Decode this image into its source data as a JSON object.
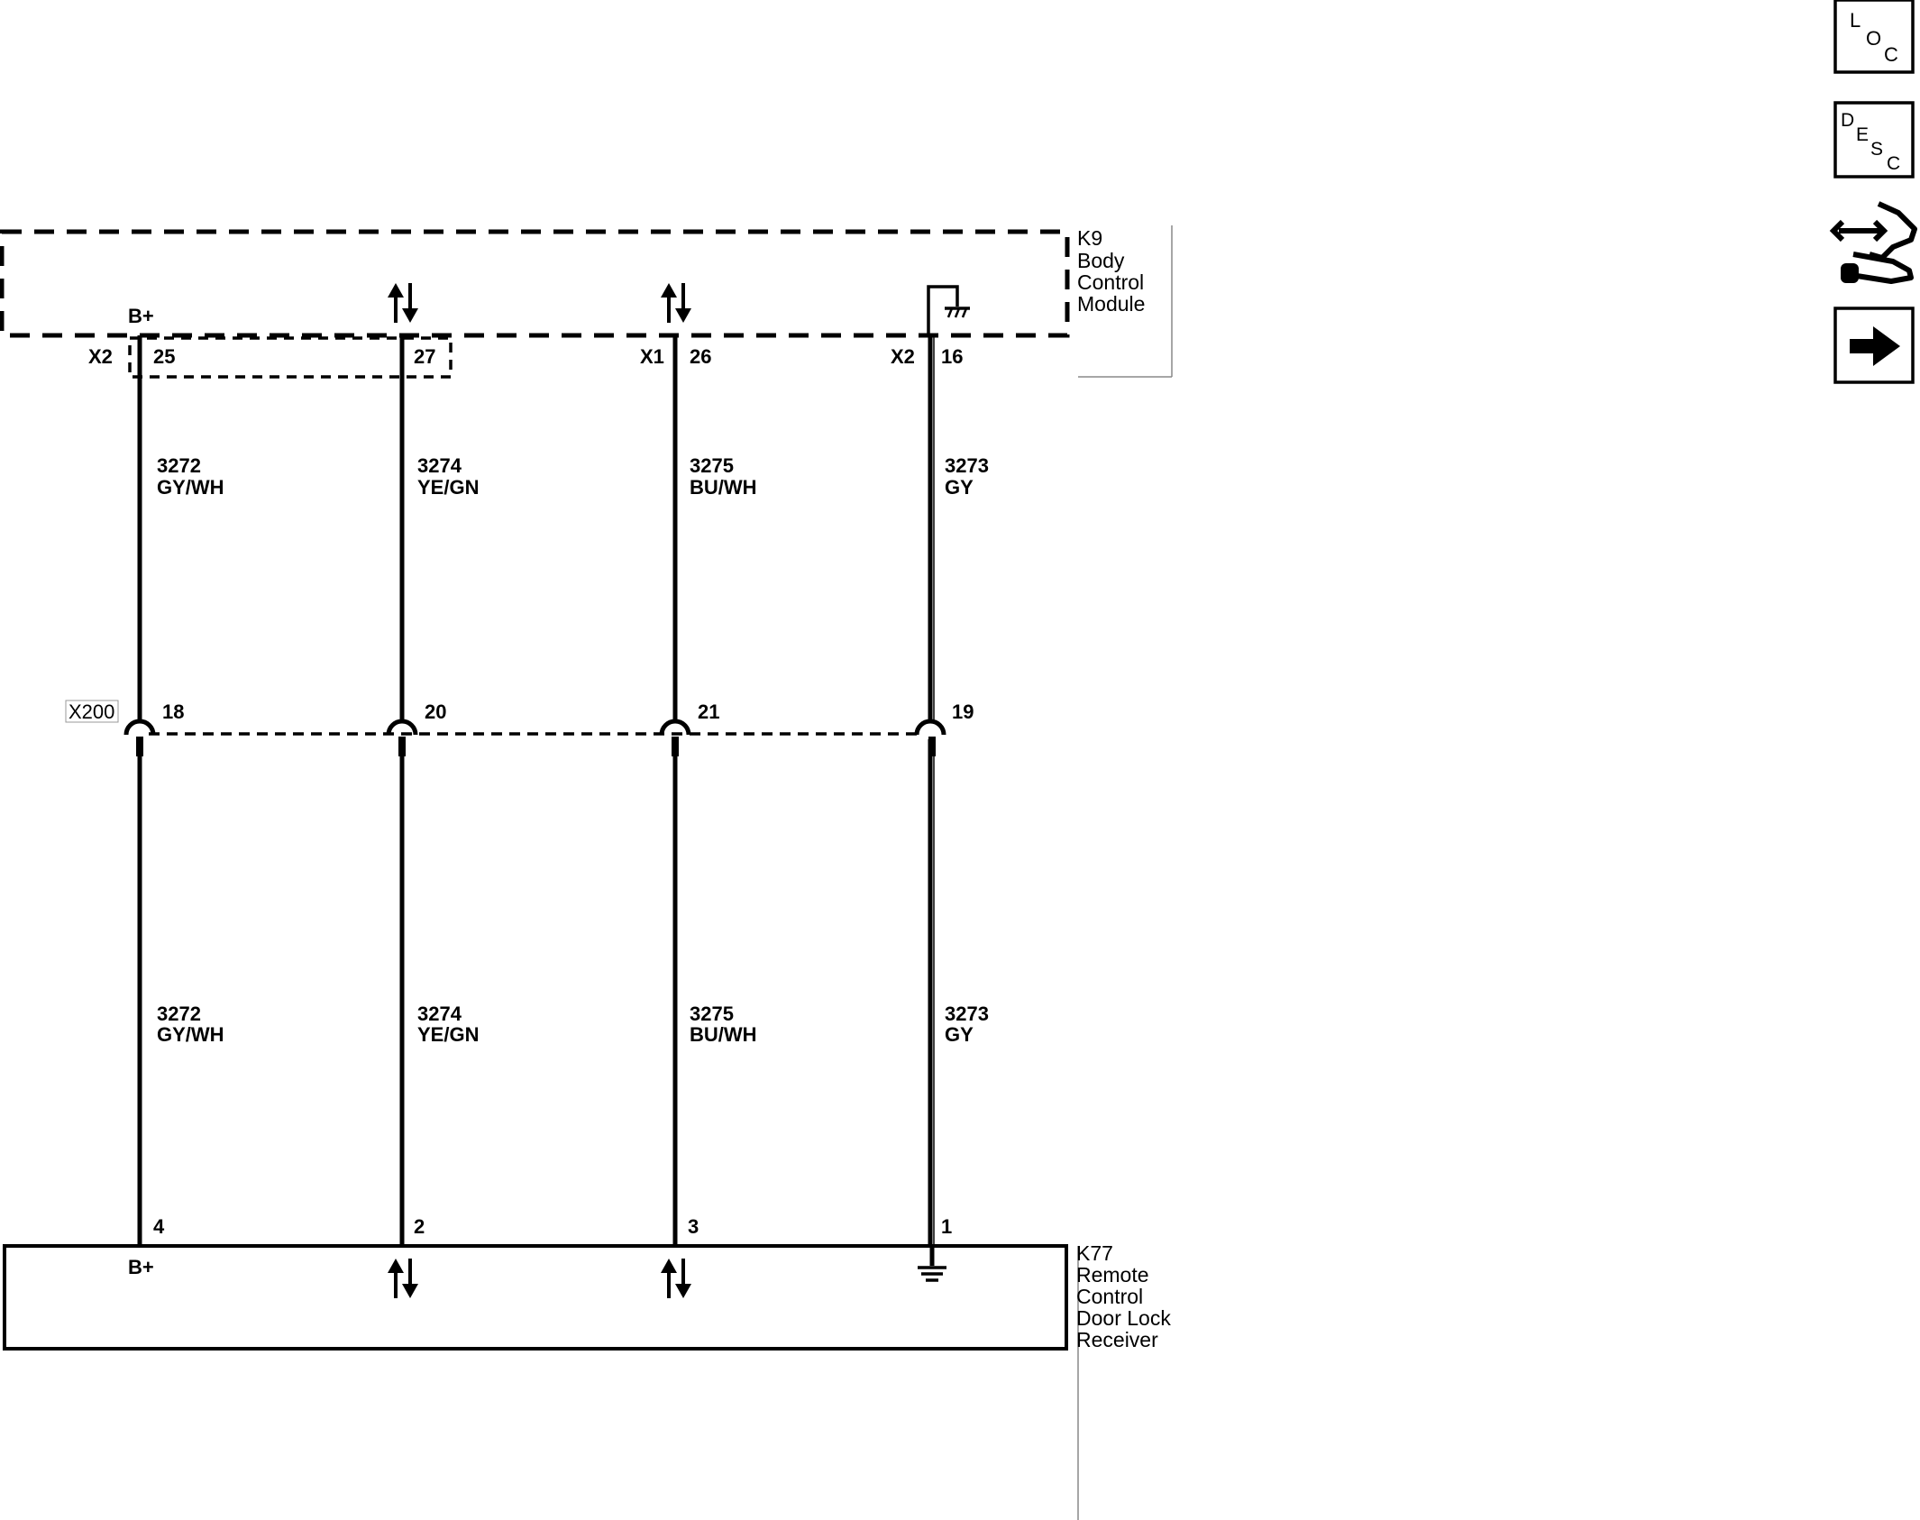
{
  "toolbar": {
    "loc": {
      "l1": "L",
      "l2": "O",
      "l3": "C"
    },
    "desc": {
      "l1": "D",
      "l2": "E",
      "l3": "S",
      "l4": "C"
    }
  },
  "modules": {
    "k9": {
      "lines": [
        "K9",
        "Body",
        "Control",
        "Module"
      ],
      "connector_left": "X2",
      "connector_mid": "X1",
      "connector_right": "X2"
    },
    "k77": {
      "lines": [
        "K77",
        "Remote",
        "Control",
        "Door Lock",
        "Receiver"
      ]
    }
  },
  "inline_connector": {
    "name": "X200"
  },
  "signals": {
    "bplus": "B+"
  },
  "circuits": [
    {
      "k9_pin": "25",
      "x200_pin": "18",
      "k77_pin": "4",
      "circuit": "3272",
      "color": "GY/WH"
    },
    {
      "k9_pin": "27",
      "x200_pin": "20",
      "k77_pin": "2",
      "circuit": "3274",
      "color": "YE/GN"
    },
    {
      "k9_pin": "26",
      "x200_pin": "21",
      "k77_pin": "3",
      "circuit": "3275",
      "color": "BU/WH"
    },
    {
      "k9_pin": "16",
      "x200_pin": "19",
      "k77_pin": "1",
      "circuit": "3273",
      "color": "GY"
    }
  ]
}
